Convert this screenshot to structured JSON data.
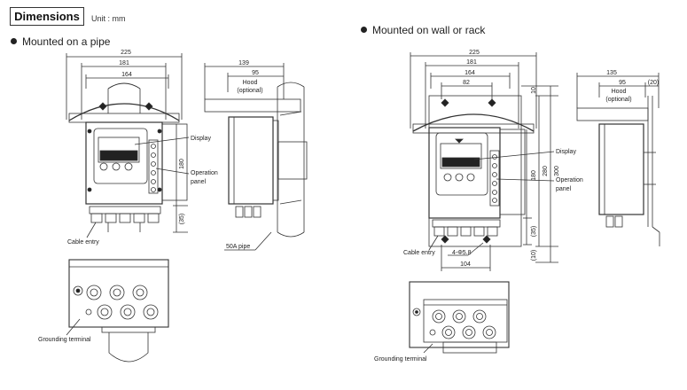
{
  "header": {
    "title": "Dimensions",
    "unit": "Unit : mm"
  },
  "sections": {
    "pipe": "Mounted on a pipe",
    "wall": "Mounted on wall or rack"
  },
  "pipe_dims": {
    "overall": "225",
    "width": "181",
    "hood_span": "164",
    "height": "180",
    "bottom": "(35)",
    "side_depth": "139",
    "side_hood": "95"
  },
  "wall_dims": {
    "overall": "225",
    "width": "181",
    "hood_span": "164",
    "hole_span": "82",
    "height": "180",
    "plate": "280",
    "full": "300",
    "top": "10",
    "bottom": "(35)",
    "foot": "(10)",
    "holes": "4-Φ5.8",
    "hole_width": "104",
    "side_depth": "135",
    "side_hood": "95",
    "side_gap": "(20)"
  },
  "callouts": {
    "display": "Display",
    "operation_1": "Operation",
    "operation_2": "panel",
    "hood_1": "Hood",
    "hood_2": "(optional)",
    "pipe": "50A pipe",
    "cable": "Cable entry",
    "grounding": "Grounding terminal"
  }
}
